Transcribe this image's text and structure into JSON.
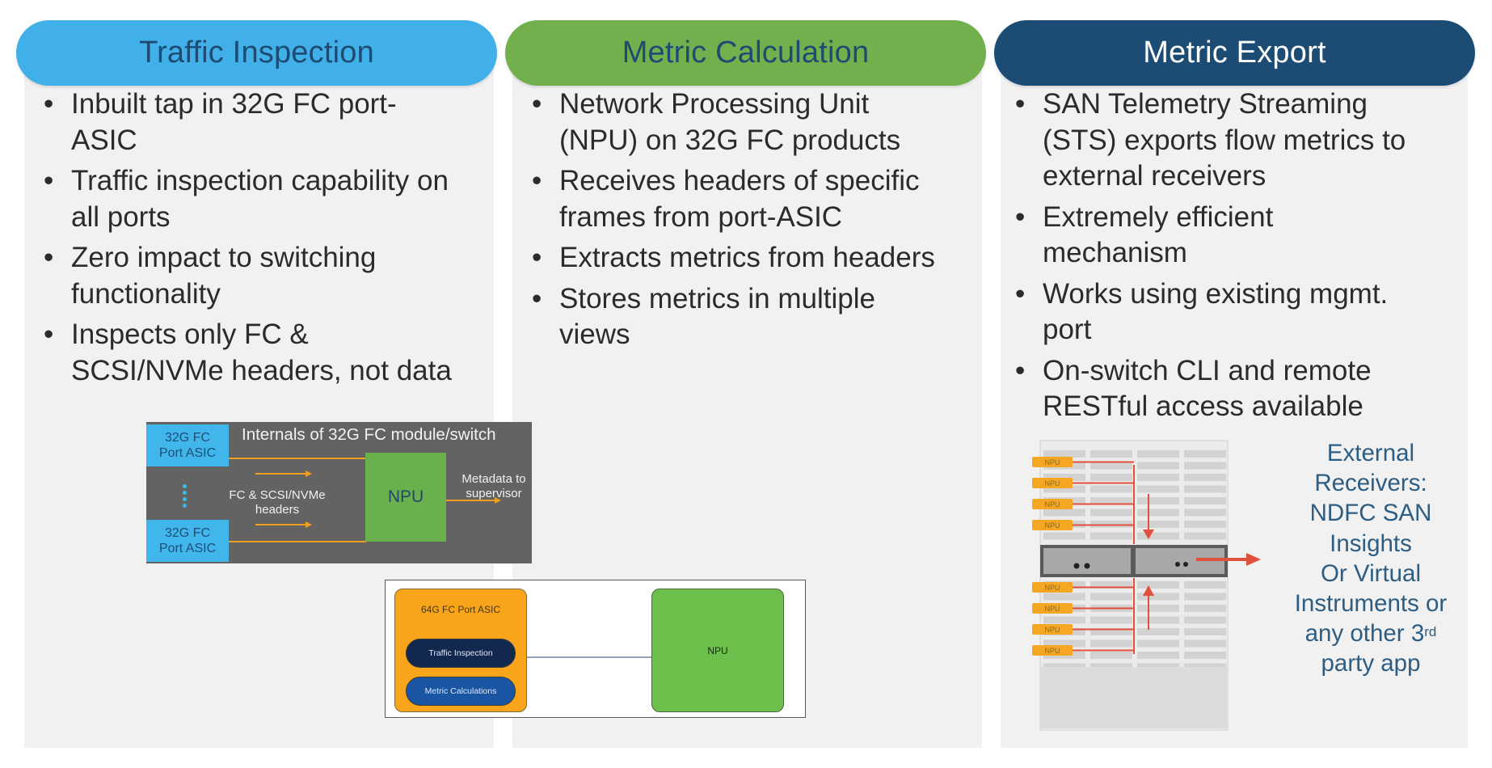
{
  "columns": [
    {
      "title": "Traffic Inspection",
      "color": "#41b0e8",
      "text_color": "#1c4b74",
      "bullets": [
        "Inbuilt tap in 32G FC port-ASIC",
        "Traffic inspection capability on all ports",
        "Zero impact to switching functionality",
        "Inspects only FC & SCSI/NVMe headers, not data"
      ],
      "bullet_lines": [
        [
          "Inbuilt tap in 32G FC port-",
          "ASIC"
        ],
        [
          "Traffic inspection capability on",
          "all ports"
        ],
        [
          "Zero impact to switching",
          "functionality"
        ],
        [
          "Inspects only FC &",
          "SCSI/NVMe headers, not data"
        ]
      ]
    },
    {
      "title": "Metric Calculation",
      "color": "#72b04e",
      "text_color": "#1c4b74",
      "bullets": [
        "Network Processing Unit (NPU) on 32G FC products",
        "Receives headers of specific frames from port-ASIC",
        "Extracts metrics from headers",
        "Stores metrics in multiple views"
      ],
      "bullet_lines": [
        [
          "Network Processing Unit",
          "(NPU) on 32G FC products"
        ],
        [
          "Receives headers of specific",
          "frames from port-ASIC"
        ],
        [
          "Extracts metrics from headers"
        ],
        [
          "Stores metrics in multiple",
          "views"
        ]
      ]
    },
    {
      "title": "Metric Export",
      "color": "#1c4b74",
      "text_color": "#ffffff",
      "bullets": [
        "SAN Telemetry Streaming (STS) exports flow metrics to external receivers",
        "Extremely efficient mechanism",
        "Works using existing mgmt. port",
        "On-switch CLI and remote RESTful access available"
      ],
      "bullet_lines": [
        [
          "SAN Telemetry Streaming",
          "(STS) exports flow metrics to",
          "external receivers"
        ],
        [
          "Extremely efficient",
          "mechanism"
        ],
        [
          "Works using existing mgmt.",
          "port"
        ],
        [
          "On-switch CLI and remote",
          "RESTful access available"
        ]
      ]
    }
  ],
  "diagram_32g": {
    "title": "Internals of 32G FC module/switch",
    "asic_top": [
      "32G FC",
      "Port ASIC"
    ],
    "asic_bottom": [
      "32G FC",
      "Port ASIC"
    ],
    "headers_label": [
      "FC & SCSI/NVMe",
      "headers"
    ],
    "npu_label": "NPU",
    "metadata_label": [
      "Metadata to",
      "supervisor"
    ]
  },
  "diagram_64g": {
    "asic_title": "64G FC Port ASIC",
    "oval_1": "Traffic Inspection",
    "oval_2": "Metric Calculations",
    "npu_label": "NPU"
  },
  "switch_diagram": {
    "npu_tags": [
      "NPU",
      "NPU",
      "NPU",
      "NPU",
      "NPU",
      "NPU",
      "NPU",
      "NPU"
    ]
  },
  "external_receivers": {
    "lines": [
      "External",
      "Receivers:",
      "NDFC SAN",
      "Insights",
      "Or Virtual",
      "Instruments or"
    ],
    "line_sup_prefix": "any other 3",
    "line_sup": "rd",
    "last_line": "party app"
  }
}
